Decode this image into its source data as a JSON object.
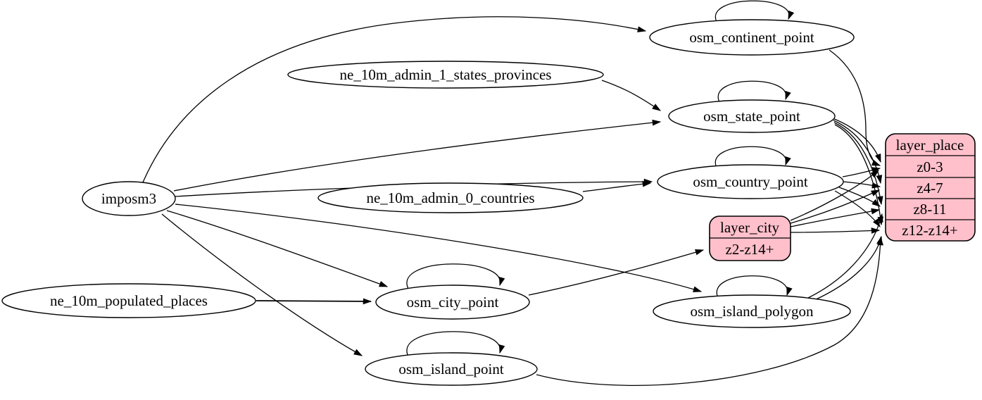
{
  "diagram": {
    "kind": "etl-graph",
    "colors": {
      "background": "#ffffff",
      "node_fill": "#ffffff",
      "record_fill": "#ffc0cb",
      "stroke": "#000000"
    },
    "nodes": {
      "imposm3": {
        "label": "imposm3",
        "shape": "ellipse"
      },
      "ne_10m_admin_1_states_provinces": {
        "label": "ne_10m_admin_1_states_provinces",
        "shape": "ellipse"
      },
      "ne_10m_admin_0_countries": {
        "label": "ne_10m_admin_0_countries",
        "shape": "ellipse"
      },
      "ne_10m_populated_places": {
        "label": "ne_10m_populated_places",
        "shape": "ellipse"
      },
      "osm_continent_point": {
        "label": "osm_continent_point",
        "shape": "ellipse",
        "self_loop": true
      },
      "osm_state_point": {
        "label": "osm_state_point",
        "shape": "ellipse",
        "self_loop": true
      },
      "osm_country_point": {
        "label": "osm_country_point",
        "shape": "ellipse",
        "self_loop": true
      },
      "osm_city_point": {
        "label": "osm_city_point",
        "shape": "ellipse",
        "self_loop": true
      },
      "osm_island_polygon": {
        "label": "osm_island_polygon",
        "shape": "ellipse",
        "self_loop": true
      },
      "osm_island_point": {
        "label": "osm_island_point",
        "shape": "ellipse",
        "self_loop": true
      },
      "layer_place": {
        "label": "layer_place",
        "shape": "record",
        "rows": [
          "z0-3",
          "z4-7",
          "z8-11",
          "z12-z14+"
        ]
      },
      "layer_city": {
        "label": "layer_city",
        "shape": "record",
        "rows": [
          "z2-z14+"
        ]
      }
    },
    "edges": [
      {
        "from": "imposm3",
        "to": "osm_continent_point"
      },
      {
        "from": "imposm3",
        "to": "osm_state_point"
      },
      {
        "from": "imposm3",
        "to": "osm_country_point"
      },
      {
        "from": "imposm3",
        "to": "osm_city_point"
      },
      {
        "from": "imposm3",
        "to": "osm_island_polygon"
      },
      {
        "from": "imposm3",
        "to": "osm_island_point"
      },
      {
        "from": "ne_10m_admin_1_states_provinces",
        "to": "osm_state_point"
      },
      {
        "from": "ne_10m_admin_0_countries",
        "to": "osm_country_point"
      },
      {
        "from": "ne_10m_populated_places",
        "to": "osm_city_point"
      },
      {
        "from": "osm_continent_point",
        "to": "osm_continent_point"
      },
      {
        "from": "osm_state_point",
        "to": "osm_state_point"
      },
      {
        "from": "osm_country_point",
        "to": "osm_country_point"
      },
      {
        "from": "osm_city_point",
        "to": "osm_city_point"
      },
      {
        "from": "osm_island_polygon",
        "to": "osm_island_polygon"
      },
      {
        "from": "osm_island_point",
        "to": "osm_island_point"
      },
      {
        "from": "osm_continent_point",
        "to": "layer_place",
        "to_port": "z0-3"
      },
      {
        "from": "osm_country_point",
        "to": "layer_place",
        "to_port": "z0-3"
      },
      {
        "from": "osm_country_point",
        "to": "layer_place",
        "to_port": "z4-7"
      },
      {
        "from": "osm_country_point",
        "to": "layer_place",
        "to_port": "z8-11"
      },
      {
        "from": "osm_country_point",
        "to": "layer_place",
        "to_port": "z12-z14+"
      },
      {
        "from": "osm_state_point",
        "to": "layer_place",
        "to_port": "z0-3"
      },
      {
        "from": "osm_state_point",
        "to": "layer_place",
        "to_port": "z4-7"
      },
      {
        "from": "osm_state_point",
        "to": "layer_place",
        "to_port": "z8-11"
      },
      {
        "from": "osm_state_point",
        "to": "layer_place",
        "to_port": "z12-z14+"
      },
      {
        "from": "osm_city_point",
        "to": "layer_city",
        "to_port": "z2-z14+"
      },
      {
        "from": "layer_city",
        "to": "layer_place",
        "to_port": "z0-3"
      },
      {
        "from": "layer_city",
        "to": "layer_place",
        "to_port": "z4-7"
      },
      {
        "from": "layer_city",
        "to": "layer_place",
        "to_port": "z8-11"
      },
      {
        "from": "layer_city",
        "to": "layer_place",
        "to_port": "z12-z14+"
      },
      {
        "from": "osm_island_polygon",
        "to": "layer_place",
        "to_port": "z8-11"
      },
      {
        "from": "osm_island_polygon",
        "to": "layer_place",
        "to_port": "z12-z14+"
      },
      {
        "from": "osm_island_point",
        "to": "layer_place",
        "to_port": "z12-z14+"
      }
    ]
  }
}
